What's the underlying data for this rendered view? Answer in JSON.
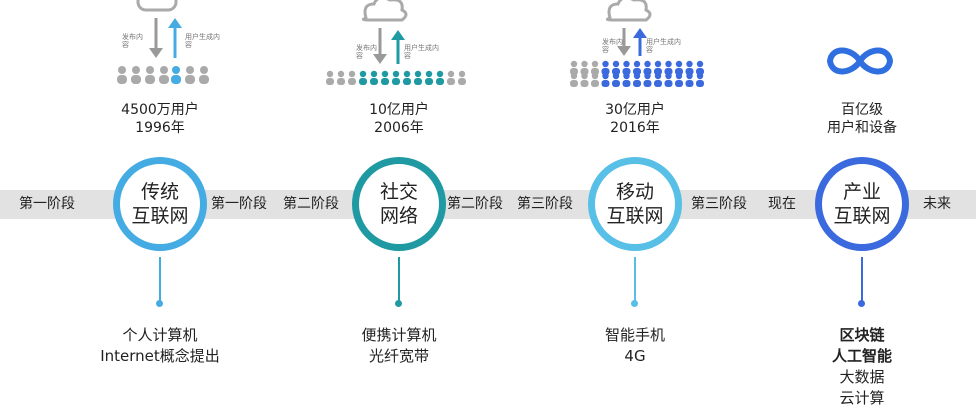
{
  "band_labels": [
    "第一阶段",
    "第一阶段",
    "第二阶段",
    "第二阶段",
    "第三阶段",
    "第三阶段",
    "现在",
    "未来"
  ],
  "stages": [
    {
      "circle_line1": "传统",
      "circle_line2": "互联网",
      "stat_line1": "4500万用户",
      "stat_line2": "1996年",
      "desc_line1": "个人计算机",
      "desc_line2": "Internet概念提出",
      "color": "#45ace3",
      "publish": "发布内容",
      "ugc": "用户生成内容"
    },
    {
      "circle_line1": "社交",
      "circle_line2": "网络",
      "stat_line1": "10亿用户",
      "stat_line2": "2006年",
      "desc_line1": "便携计算机",
      "desc_line2": "光纤宽带",
      "color": "#1f9aa3",
      "publish": "发布内容",
      "ugc": "用户生成内容"
    },
    {
      "circle_line1": "移动",
      "circle_line2": "互联网",
      "stat_line1": "30亿用户",
      "stat_line2": "2016年",
      "desc_line1": "智能手机",
      "desc_line2": "4G",
      "color": "#58bfe6",
      "publish": "发布内容",
      "ugc": "用户生成内容"
    },
    {
      "circle_line1": "产业",
      "circle_line2": "互联网",
      "stat_line1": "百亿级",
      "stat_line2": "用户和设备",
      "desc_lines": [
        "区块链",
        "人工智能",
        "大数据",
        "云计算"
      ],
      "color": "#3b69de"
    }
  ],
  "icons": [
    "cloud-icon",
    "down-arrow-icon",
    "up-arrow-icon",
    "people-row-icon",
    "infinity-icon"
  ]
}
